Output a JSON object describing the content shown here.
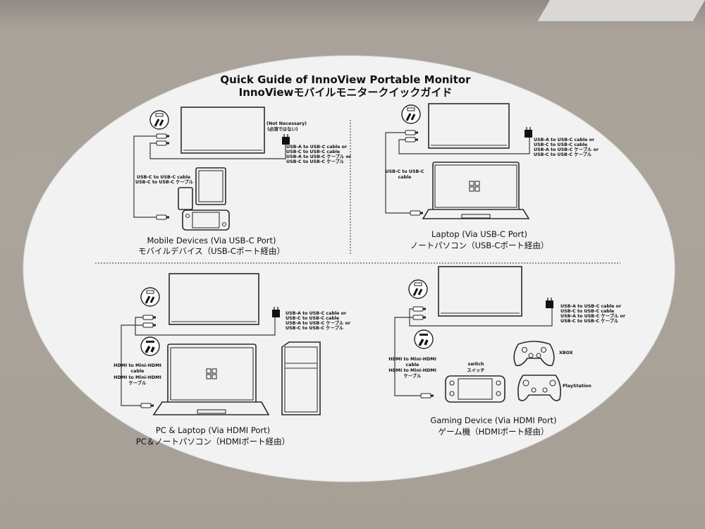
{
  "title": {
    "en": "Quick Guide of InnoView Portable Monitor",
    "jp": "InnoViewモバイルモニタークイックガイド"
  },
  "charger_cable": [
    "USB-A to USB-C cable or",
    "USB-C to USB-C cable",
    "USB-A to USB-C ケーブル or",
    "USB-C to USB-C ケーブル"
  ],
  "mobile": {
    "title_en": "Mobile Devices (Via USB-C Port)",
    "title_jp": "モバイルデバイス（USB-Cポート経由）",
    "note_en": "(Not Necessary)",
    "note_jp": "(必須ではない)",
    "cable_en": "USB-C to USB-C cable",
    "cable_jp": "USB-C to USB-C ケーブル"
  },
  "laptop": {
    "title_en": "Laptop (Via USB-C Port)",
    "title_jp": "ノートパソコン（USB-Cポート経由）",
    "cable_1": "USB-C to USB-C",
    "cable_2": "cable"
  },
  "pc": {
    "title_en": "PC & Laptop (Via HDMI Port)",
    "title_jp": "PC＆ノートパソコン（HDMIポート経由）",
    "cable": [
      "HDMI to Mini-HDMI",
      "cable",
      "HDMI to Mini-HDMI",
      "ケーブル"
    ]
  },
  "gaming": {
    "title_en": "Gaming Device (Via HDMI Port)",
    "title_jp": "ゲーム機（HDMIポート経由）",
    "cable": [
      "HDMI to Mini-HDMI",
      "cable",
      "HDMI to Mini-HDMI",
      "ケーブル"
    ],
    "switch_en": "switch",
    "switch_jp": "スイッチ",
    "xbox": "XBOX",
    "playstation": "PlayStation"
  }
}
